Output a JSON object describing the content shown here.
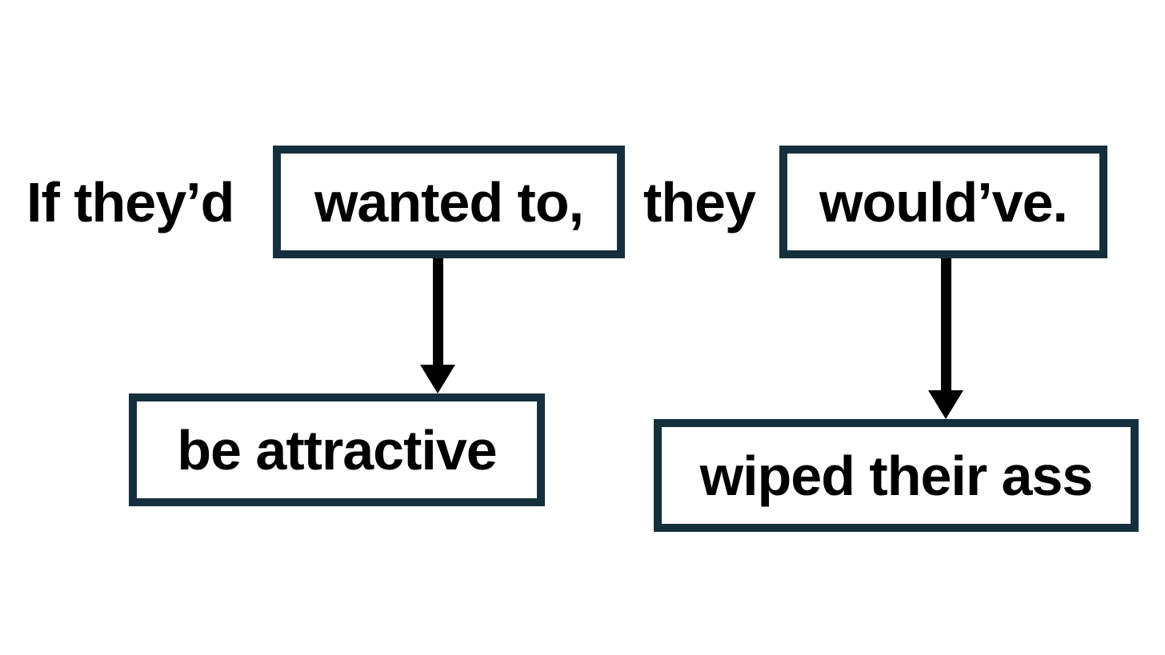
{
  "diagram": {
    "type": "sentence-annotation-meme",
    "colors": {
      "background": "#ffffff",
      "box_border": "#15303d",
      "text": "#000000",
      "arrow": "#000000"
    },
    "sentence": {
      "word_before_box1": "If they’d",
      "box1_label": "wanted to,",
      "word_between_boxes": "they",
      "box2_label": "would’ve."
    },
    "annotations": {
      "box1_target_label": "be attractive",
      "box2_target_label": "wiped their ass"
    }
  }
}
